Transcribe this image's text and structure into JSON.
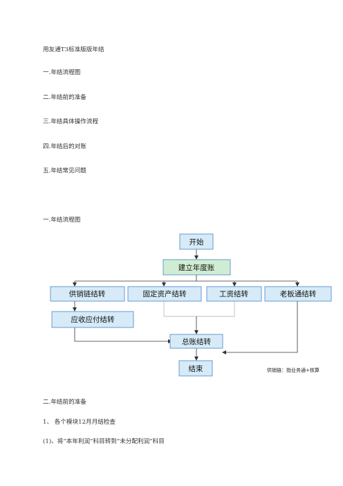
{
  "document": {
    "title": "用友通T3标准版版年结",
    "toc": [
      "一.年结流程图",
      "二.年结前的准备",
      "三.年结具体操作流程",
      "四.年结后的对账",
      "五.年结常见问题"
    ],
    "section1_heading": "一.年结流程图",
    "section2_heading": "二.年结前的准备",
    "item1": "1、     各个模块12月月结检查",
    "item1_sub": "(1)、将“本年利润”科目转到“未分配利润”科目"
  },
  "flowchart": {
    "start": "开始",
    "create_year_account": "建立年度账",
    "supply_chain_close": "供销链结转",
    "fixed_assets_close": "固定资产结转",
    "payroll_close": "工资结转",
    "lao_ban_tong_close": "老板通结转",
    "receivable_payable_close": "应收应付结转",
    "gl_close": "总账结转",
    "end": "结束",
    "note": "供销链：指业务通+核算",
    "colors": {
      "box_fill": "#d6ebf7",
      "highlight_fill": "#cfedd2",
      "box_border": "#5b8ed0",
      "connector": "#333333"
    }
  }
}
